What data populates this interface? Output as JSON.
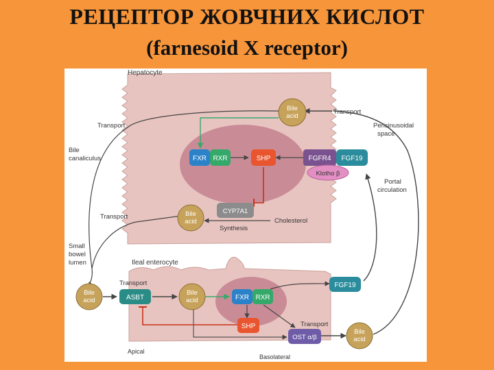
{
  "title": {
    "line1": "РЕЦЕПТОР ЖОВЧНИХ КИСЛОТ",
    "line2": "(farnesoid X receptor)"
  },
  "diagram": {
    "hepatocyte_label": "Hepatocyte",
    "enterocyte_label": "Ileal enterocyte",
    "apical_label": "Apical",
    "basolateral_label": "Basolateral",
    "side_labels": {
      "bile_canaliculus": [
        "Bile",
        "canaliculus"
      ],
      "small_bowel_lumen": [
        "Small",
        "bowel",
        "lumen"
      ],
      "perisinusoidal_space": [
        "Perisinusoidal",
        "space"
      ],
      "portal_circulation": [
        "Portal",
        "circulation"
      ]
    },
    "transport_label": "Transport",
    "synthesis_label": "Synthesis",
    "cholesterol_label": "Cholesterol",
    "bile_acid_label": [
      "Bile",
      "acid"
    ],
    "proteins": {
      "fxr": "FXR",
      "rxr": "RXR",
      "shp": "SHP",
      "fgfr4": "FGFR4",
      "fgf19": "FGF19",
      "klotho": "Klotho β",
      "cyp7a1": "CYP7A1",
      "asbt": "ASBT",
      "ost": "OST α/β"
    },
    "colors": {
      "cell_fill": "#E8C4C0",
      "nucleus_fill": "#C98C97",
      "fxr_blue": "#2B82C9",
      "rxr_green": "#35A96A",
      "shp_red": "#E8552F",
      "fgfr4_purple": "#7A5290",
      "klotho_pink": "#E48FC4",
      "bile_acid_olive": "#C7A25A",
      "cyp_gray": "#8C8C8C",
      "asbt_teal": "#2A8C86",
      "ost_purple": "#6E5CA8",
      "inhibit_red": "#C8311B",
      "arrow_green": "#35A96A",
      "line_gray": "#555555"
    }
  }
}
